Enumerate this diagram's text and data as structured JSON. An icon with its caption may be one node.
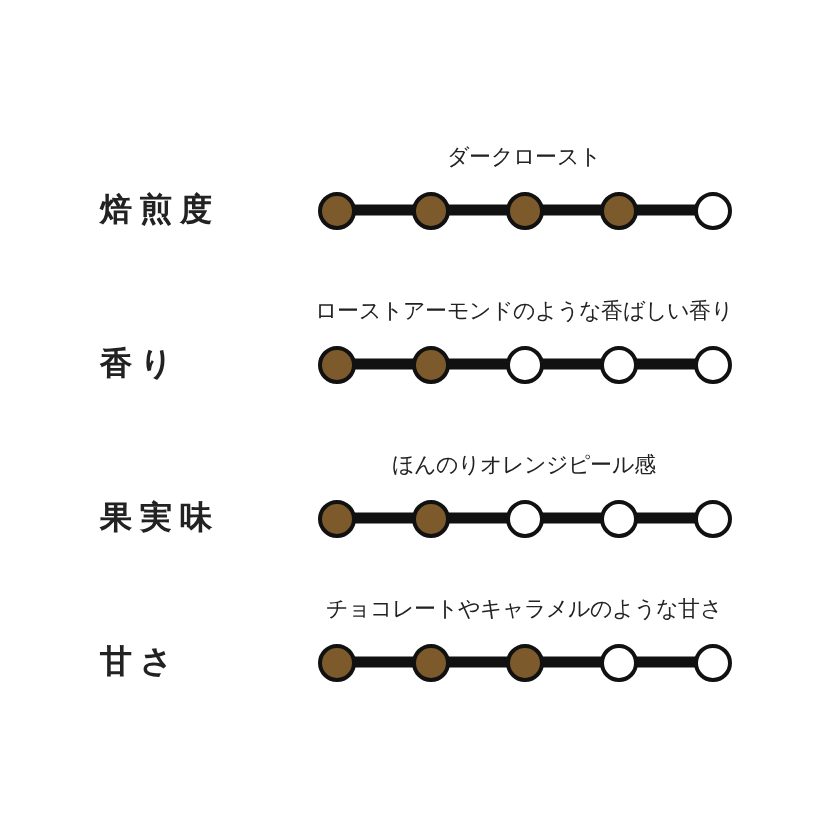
{
  "diagram": {
    "nodes": [
      {
        "text": [],
        "shape": "dot"
      },
      {
        "text": [],
        "shape": "dot"
      },
      {
        "text": [],
        "shape": "dot"
      },
      {
        "text": [],
        "shape": "dot"
      },
      {
        "text": [],
        "shape": "circle"
      },
      {
        "text": [],
        "shape": "dot"
      },
      {
        "text": [],
        "shape": "dot"
      },
      {
        "text": [],
        "shape": "circle"
      },
      {
        "text": [],
        "shape": "circle"
      },
      {
        "text": [],
        "shape": "circle"
      },
      {
        "text": [],
        "shape": "dot"
      },
      {
        "text": [],
        "shape": "dot"
      },
      {
        "text": [],
        "shape": "circle"
      },
      {
        "text": [],
        "shape": "circle"
      },
      {
        "text": [],
        "shape": "circle"
      },
      {
        "text": [],
        "shape": "dot"
      },
      {
        "text": [],
        "shape": "dot"
      },
      {
        "text": [],
        "shape": "dot"
      },
      {
        "text": [],
        "shape": "circle"
      },
      {
        "text": [],
        "shape": "circle"
      }
    ],
    "edges": [
      {
        "from": 0,
        "to": 1,
        "arrow": "none"
      },
      {
        "from": 1,
        "to": 2,
        "arrow": "none"
      },
      {
        "from": 2,
        "to": 3,
        "arrow": "none"
      },
      {
        "from": 3,
        "to": 4,
        "arrow": "none"
      },
      {
        "from": 5,
        "to": 6,
        "arrow": "none"
      },
      {
        "from": 6,
        "to": 7,
        "arrow": "none"
      },
      {
        "from": 7,
        "to": 8,
        "arrow": "none"
      },
      {
        "from": 8,
        "to": 9,
        "arrow": "none"
      },
      {
        "from": 10,
        "to": 11,
        "arrow": "none"
      },
      {
        "from": 11,
        "to": 12,
        "arrow": "none"
      },
      {
        "from": 12,
        "to": 13,
        "arrow": "none"
      },
      {
        "from": 13,
        "to": 14,
        "arrow": "none"
      },
      {
        "from": 15,
        "to": 16,
        "arrow": "none"
      },
      {
        "from": 16,
        "to": 17,
        "arrow": "none"
      },
      {
        "from": 17,
        "to": 18,
        "arrow": "none"
      },
      {
        "from": 18,
        "to": 19,
        "arrow": "none"
      }
    ],
    "labels": [
      "ダークロースト",
      "焙煎度",
      "ローストアーモンドのような香ばしい香り",
      "香り",
      "ほんのりオレンジピール感",
      "果実味",
      "チョコレートやキャラメルのような甘さ",
      "甘さ"
    ]
  }
}
